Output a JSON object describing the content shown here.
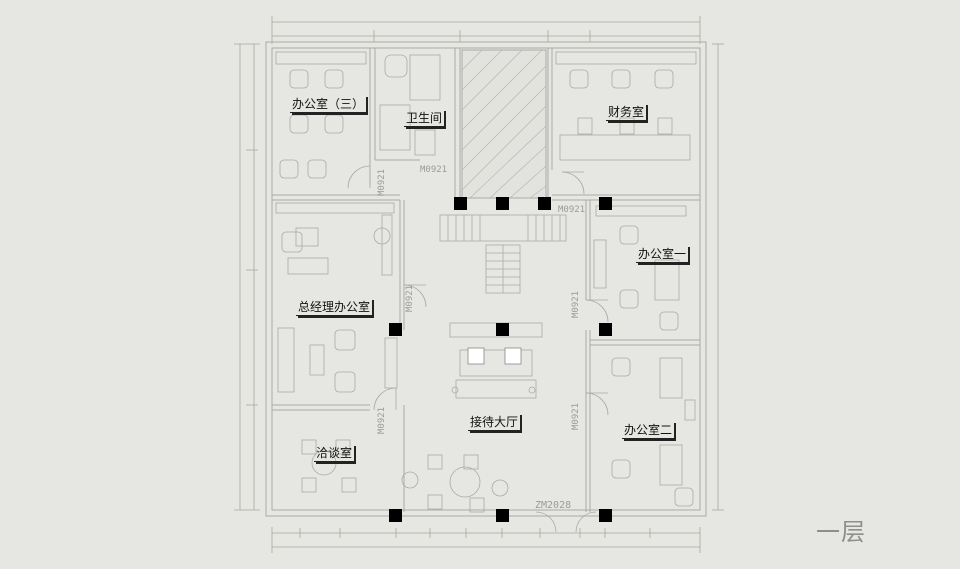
{
  "rooms": {
    "office3": "办公室（三）",
    "restroom": "卫生间",
    "finance": "财务室",
    "office1": "办公室一",
    "gm_office": "总经理办公室",
    "office2": "办公室二",
    "reception": "接待大厅",
    "meeting": "洽谈室"
  },
  "doors": {
    "m0921_a": "M0921",
    "m0921_b": "M0921",
    "m0921_c": "M0921",
    "m0921_d": "M0921",
    "m0921_e": "M0921",
    "m0921_f": "M0921",
    "m0921_g": "M0921",
    "zm2028": "ZM2028"
  },
  "floor_label": "一层",
  "colors": {
    "background": "#e6e7e2",
    "walls": "#a9aaa6",
    "columns": "#000000"
  }
}
